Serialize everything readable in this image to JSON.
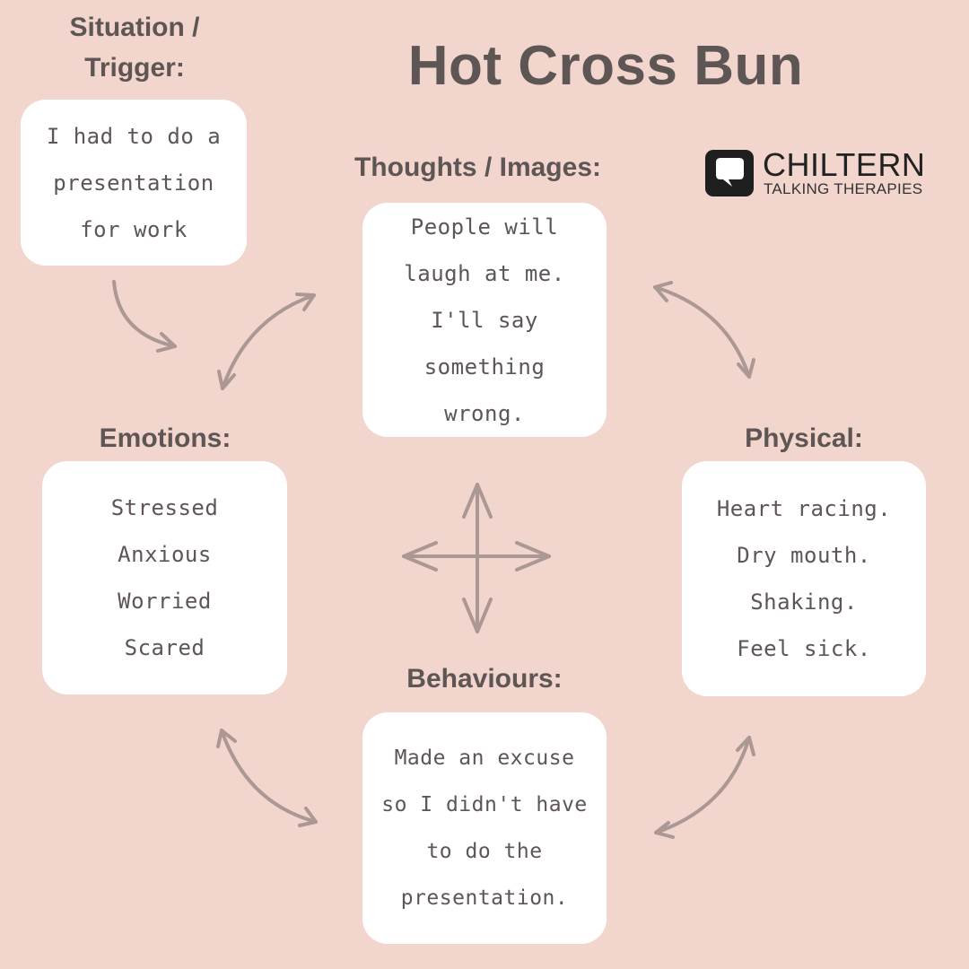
{
  "title": "Hot Cross Bun",
  "logo": {
    "name": "CHILTERN",
    "subtitle": "TALKING THERAPIES"
  },
  "situation": {
    "label": [
      "Situation /",
      "Trigger:"
    ],
    "lines": [
      "I had to do a",
      "presentation",
      "for work"
    ]
  },
  "thoughts": {
    "label": "Thoughts / Images:",
    "lines": [
      "People will",
      "laugh at me.",
      "I'll say",
      "something",
      "wrong."
    ]
  },
  "emotions": {
    "label": "Emotions:",
    "lines": [
      "Stressed",
      "Anxious",
      "Worried",
      "Scared"
    ]
  },
  "physical": {
    "label": "Physical:",
    "lines": [
      "Heart racing.",
      "Dry mouth.",
      "Shaking.",
      "Feel sick."
    ]
  },
  "behaviours": {
    "label": "Behaviours:",
    "lines": [
      "Made an excuse",
      "so I didn't have",
      "to do the",
      "presentation."
    ]
  },
  "colors": {
    "background": "#f2d5cc",
    "text": "#5e5555",
    "arrow": "#ab9894",
    "box": "#ffffff"
  }
}
